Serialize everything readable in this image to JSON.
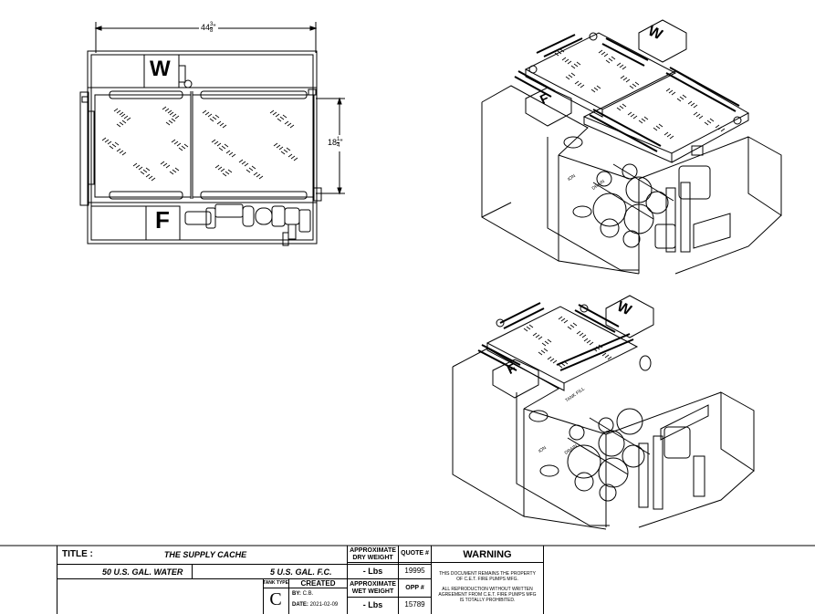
{
  "drawing": {
    "width_dim": "44",
    "width_num": "3",
    "width_den": "8",
    "height_dim": "18",
    "height_num": "1",
    "height_den": "4",
    "mark_w": "W",
    "mark_f": "F",
    "iso_labels": [
      "DRAIN",
      "TANK FILL",
      "ION",
      "DRAIN",
      "ION"
    ]
  },
  "title_block": {
    "title_label": "TITLE :",
    "title_value": "THE SUPPLY CACHE",
    "water_line": "50 U.S. GAL. WATER",
    "fc_line": "5 U.S. GAL. F.C.",
    "dry_weight_label_1": "APPROXIMATE",
    "dry_weight_label_2": "DRY WEIGHT",
    "dry_weight_value": "- Lbs",
    "wet_weight_label_1": "APPROXIMATE",
    "wet_weight_label_2": "WET WEIGHT",
    "wet_weight_value": "- Lbs",
    "quote_label": "QUOTE #",
    "quote_value": "19995",
    "opp_label": "OPP #",
    "opp_value": "15789",
    "tank_type_label": "TANK TYPE",
    "tank_type_value": "C",
    "created_label": "CREATED",
    "by_label": "BY:",
    "by_value": "C.B.",
    "date_label": "DATE:",
    "date_value": "2021-02-09",
    "warning_title": "WARNING",
    "warning_line_1": "THIS DOCUMENT REMAINS THE PROPERTY",
    "warning_line_2": "OF C.E.T. FIRE PUMPS MFG.",
    "warning_line_3": "ALL REPRODUCTION WITHOUT WRITTEN",
    "warning_line_4": "AGREEMENT FROM C.E.T. FIRE PUMPS MFG",
    "warning_line_5": "IS TOTALLY PROHIBITED."
  }
}
